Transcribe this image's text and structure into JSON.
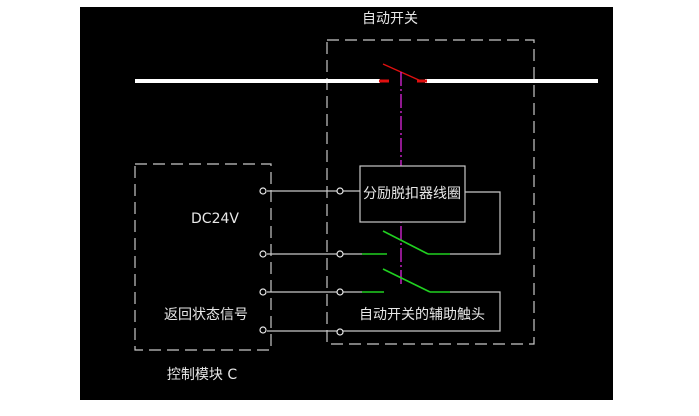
{
  "labels": {
    "auto_switch_title": "自动开关",
    "shunt_trip_coil": "分励脱扣器线圈",
    "voltage": "DC24V",
    "return_status_signal": "返回状态信号",
    "aux_contact": "自动开关的辅助触头",
    "control_module": "控制模块 C"
  },
  "colors": {
    "background": "#000000",
    "wire": "#c8c8c8",
    "main_line": "#ffffff",
    "main_contact": "#e01010",
    "linkage": "#c020c0",
    "aux_contact": "#20d020"
  }
}
